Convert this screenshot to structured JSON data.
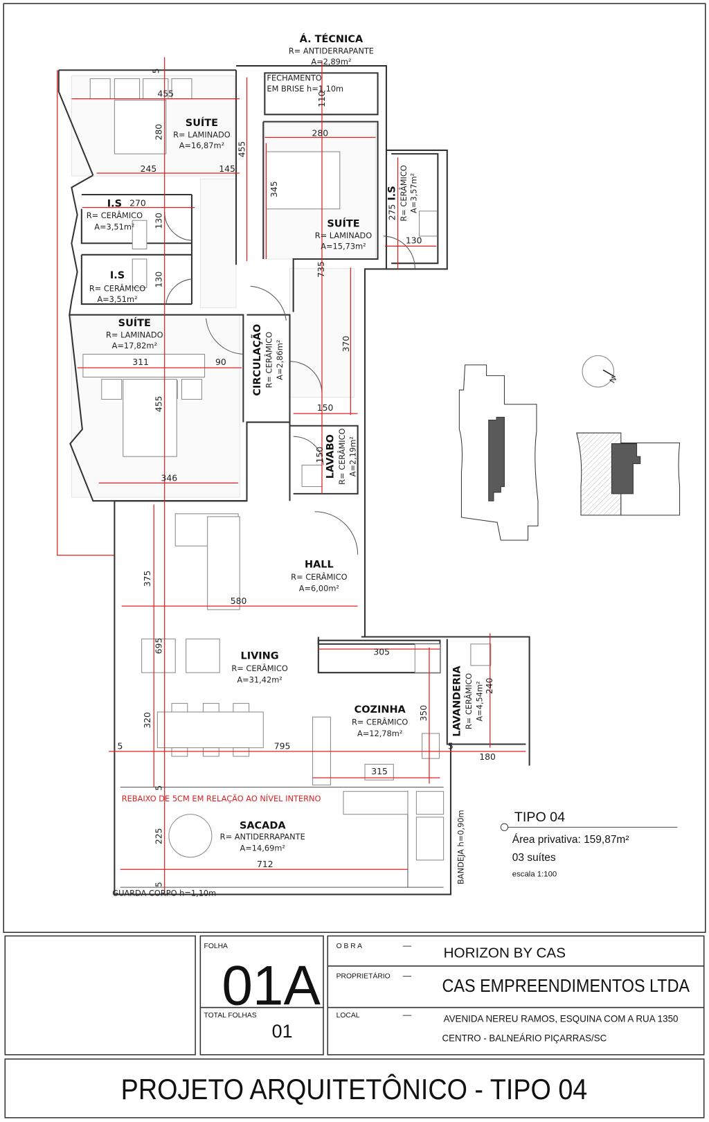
{
  "rooms": {
    "tecnica": {
      "name": "Á. TÉCNICA",
      "floor": "R= ANTIDERRAPANTE",
      "area": "A=2,89m²"
    },
    "suite1": {
      "name": "SUÍTE",
      "floor": "R= LAMINADO",
      "area": "A=16,87m²"
    },
    "suite2": {
      "name": "SUÍTE",
      "floor": "R= LAMINADO",
      "area": "A=15,73m²"
    },
    "is1": {
      "name": "I.S",
      "floor": "R= CERÂMICO",
      "area": "A=3,51m²"
    },
    "is2": {
      "name": "I.S",
      "floor": "R= CERÂMICO",
      "area": "A=3,51m²"
    },
    "is3": {
      "name": "I.S",
      "floor": "R= CERÂMICO",
      "area": "A=3,57m²"
    },
    "suite3": {
      "name": "SUÍTE",
      "floor": "R= LAMINADO",
      "area": "A=17,82m²"
    },
    "circulacao": {
      "name": "CIRCULAÇÃO",
      "floor": "R= CERÂMICO",
      "area": "A=2,86m²"
    },
    "lavabo": {
      "name": "LAVABO",
      "floor": "R= CERÂMICO",
      "area": "A=2,19m²"
    },
    "hall": {
      "name": "HALL",
      "floor": "R= CERÂMICO",
      "area": "A=6,00m²"
    },
    "living": {
      "name": "LIVING",
      "floor": "R= CERÂMICO",
      "area": "A=31,42m²"
    },
    "cozinha": {
      "name": "COZINHA",
      "floor": "R= CERÂMICO",
      "area": "A=12,78m²"
    },
    "lavanderia": {
      "name": "LAVANDERIA",
      "floor": "R= CERÂMICO",
      "area": "A=4,54m²"
    },
    "sacada": {
      "name": "SACADA",
      "floor": "R= ANTIDERRAPANTE",
      "area": "A=14,69m²"
    }
  },
  "notes": {
    "fechamento_1": "FECHAMENTO",
    "fechamento_2": "EM BRISE h=1,10m",
    "rebaixo": "REBAIXO DE 5CM EM RELAÇÃO AO NÍVEL INTERNO",
    "guarda_corpo": "GUARDA CORPO h=1,10m",
    "bandeja": "BANDEJA h=0,90m"
  },
  "dimensions": [
    "5",
    "455",
    "280",
    "455",
    "245",
    "145",
    "110",
    "280",
    "345",
    "270",
    "130",
    "130",
    "275",
    "130",
    "735",
    "370",
    "311",
    "90",
    "455",
    "150",
    "150",
    "346",
    "375",
    "580",
    "695",
    "305",
    "320",
    "350",
    "795",
    "240",
    "180",
    "315",
    "225",
    "712",
    "5",
    "5",
    "5",
    "5"
  ],
  "legend": {
    "title": "TIPO 04",
    "area": "Área privativa: 159,87m²",
    "suites": "03 suítes",
    "scale": "escala 1:100"
  },
  "compass": {
    "label": "N"
  },
  "title_block": {
    "folha_label": "FOLHA",
    "folha": "01A",
    "total_label": "TOTAL FOLHAS",
    "total": "01",
    "obra_label": "O B R A",
    "obra": "HORIZON BY CAS",
    "proprietario_label": "PROPRIETÁRIO",
    "proprietario": "CAS EMPREENDIMENTOS LTDA",
    "local_label": "LOCAL",
    "local_1": "AVENIDA NEREU RAMOS, ESQUINA COM A RUA 1350",
    "local_2": "CENTRO - BALNEÁRIO PIÇARRAS/SC",
    "dash": "—",
    "project_title": "PROJETO ARQUITETÔNICO - TIPO 04"
  },
  "colors": {
    "dimension": "#e02020",
    "wall": "#333333",
    "site_fill": "#5a5a5a"
  }
}
